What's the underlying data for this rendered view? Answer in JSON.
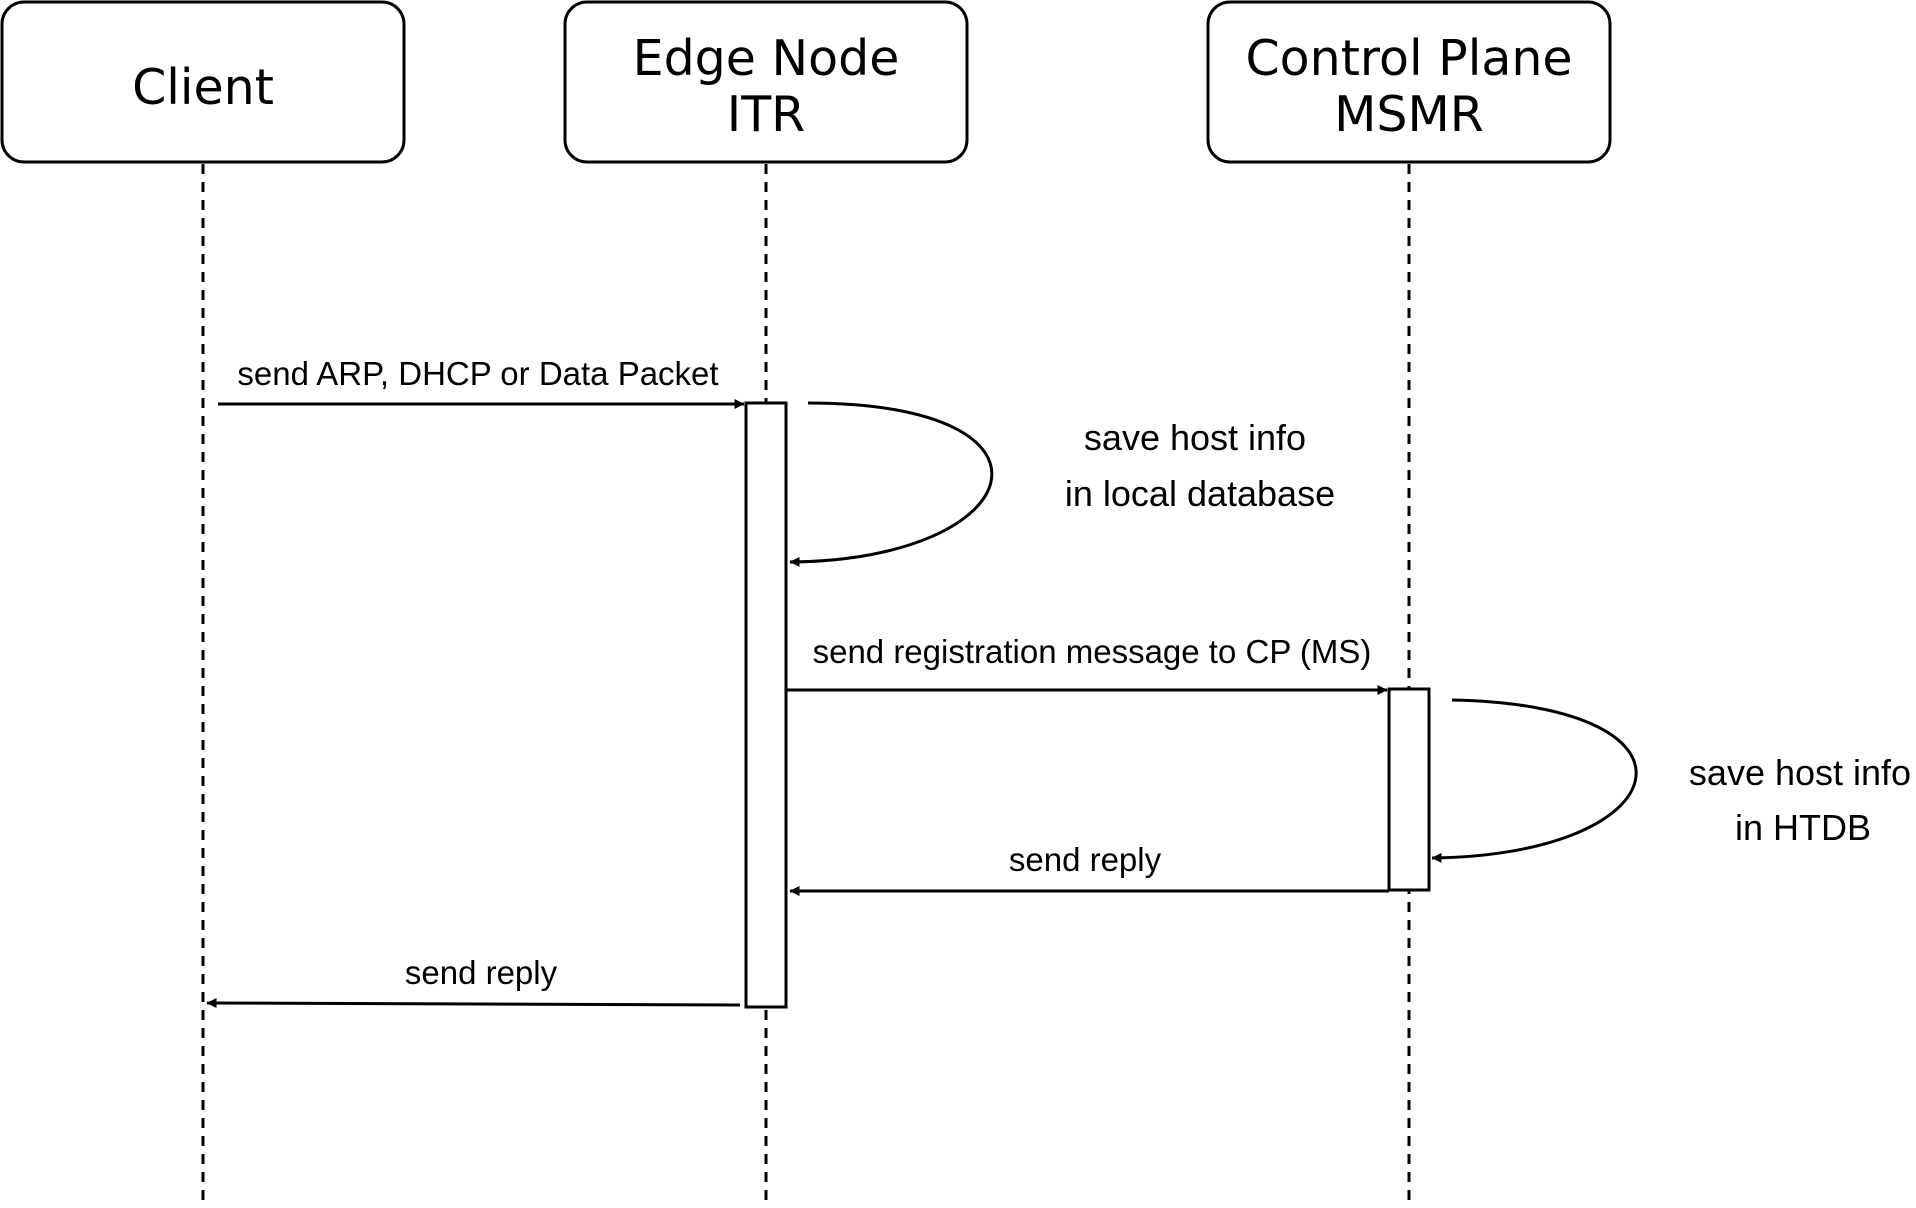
{
  "actors": [
    {
      "id": "client",
      "lines": [
        "Client"
      ]
    },
    {
      "id": "edge",
      "lines": [
        "Edge Node",
        "ITR"
      ]
    },
    {
      "id": "cp",
      "lines": [
        "Control Plane",
        "MSMR"
      ]
    }
  ],
  "messages": {
    "m1": "send ARP, DHCP or Data Packet",
    "m2": "send registration message to CP (MS)",
    "m3": "send reply",
    "m4": "send reply"
  },
  "self_notes": {
    "edge": [
      "save host info",
      "in local database"
    ],
    "cp": [
      "save host info",
      "in HTDB"
    ]
  },
  "colors": {
    "stroke": "#000000",
    "background": "#ffffff"
  }
}
